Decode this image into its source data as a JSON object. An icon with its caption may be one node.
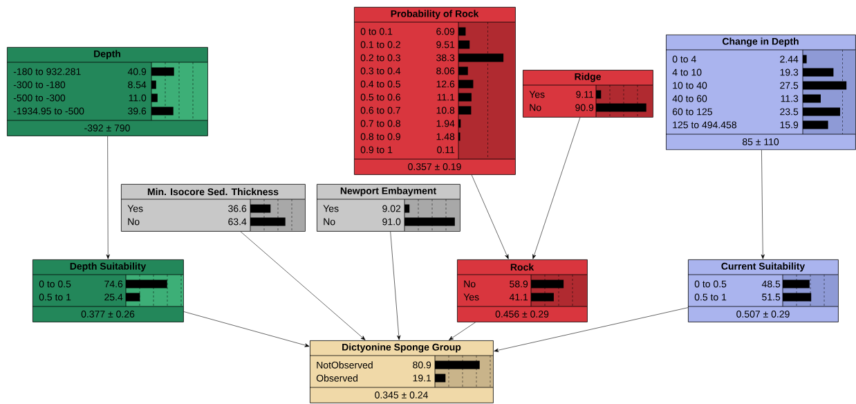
{
  "diagram": {
    "nodes": [
      {
        "text": [
          "Depth",
          "-180 to 932.281",
          "40.9",
          "-300 to -180",
          "8.54",
          "-500 to -300",
          "11.0",
          "-1934.95 to -500",
          "39.6",
          "-392 ± 790"
        ]
      },
      {
        "text": [
          "Probability of Rock",
          "0 to 0.1",
          "6.09",
          "0.1 to 0.2",
          "9.51",
          "0.2 to 0.3",
          "38.3",
          "0.3 to 0.4",
          "8.06",
          "0.4 to 0.5",
          "12.6",
          "0.5 to 0.6",
          "11.1",
          "0.6 to 0.7",
          "10.8",
          "0.7 to 0.8",
          "1.94",
          "0.8 to 0.9",
          "1.48",
          "0.9 to 1",
          "0.11",
          "0.357 ± 0.19"
        ]
      },
      {
        "text": [
          "Ridge",
          "Yes",
          "9.11",
          "No",
          "90.9"
        ]
      },
      {
        "text": [
          "Change in Depth",
          "0 to 4",
          "2.44",
          "4 to 10",
          "19.3",
          "10 to 40",
          "27.5",
          "40 to 60",
          "11.3",
          "60 to 125",
          "23.5",
          "125 to 494.458",
          "15.9",
          "85 ± 110"
        ]
      },
      {
        "text": [
          "Min. Isocore Sed. Thickness",
          "Yes",
          "36.6",
          "No",
          "63.4"
        ]
      },
      {
        "text": [
          "Newport Embayment",
          "Yes",
          "9.02",
          "No",
          "91.0"
        ]
      },
      {
        "text": [
          "Depth Suitability",
          "0 to 0.5",
          "74.6",
          "0.5 to 1",
          "25.4",
          "0.377 ± 0.26"
        ]
      },
      {
        "text": [
          "Rock",
          "No",
          "58.9",
          "Yes",
          "41.1",
          "0.456 ± 0.29"
        ]
      },
      {
        "text": [
          "Current Suitability",
          "0 to 0.5",
          "48.5",
          "0.5 to 1",
          "51.5",
          "0.507 ± 0.29"
        ]
      },
      {
        "text": [
          "Dictyonine Sponge Group",
          "NotObserved",
          "80.9",
          "Observed",
          "19.1",
          "0.345 ± 0.24"
        ]
      }
    ],
    "edges": [
      {
        "from": 0,
        "to": 6,
        "arrow": "to"
      },
      {
        "from": 1,
        "to": 7,
        "arrow": "to"
      },
      {
        "from": 2,
        "to": 7,
        "arrow": "to"
      },
      {
        "from": 3,
        "to": 8,
        "arrow": "to"
      },
      {
        "from": 4,
        "to": 9,
        "arrow": "to"
      },
      {
        "from": 5,
        "to": 9,
        "arrow": "to"
      },
      {
        "from": 6,
        "to": 9,
        "arrow": "to"
      },
      {
        "from": 7,
        "to": 9,
        "arrow": "to"
      },
      {
        "from": 8,
        "to": 9,
        "arrow": "to"
      }
    ]
  }
}
